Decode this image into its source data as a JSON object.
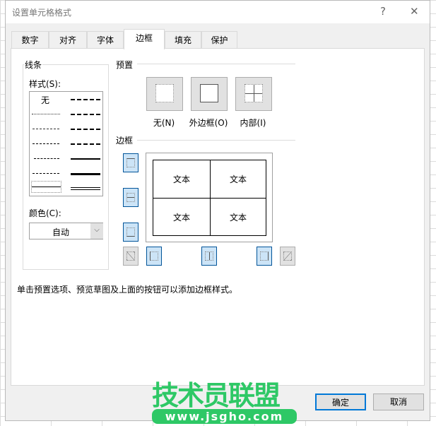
{
  "dialog": {
    "title": "设置单元格格式",
    "help": "?",
    "close": "✕"
  },
  "tabs": [
    {
      "label": "数字"
    },
    {
      "label": "对齐"
    },
    {
      "label": "字体"
    },
    {
      "label": "边框",
      "active": true
    },
    {
      "label": "填充"
    },
    {
      "label": "保护"
    }
  ],
  "line": {
    "group_label": "线条",
    "style_label": "样式(S):",
    "none": "无",
    "color_label": "颜色(C):",
    "color_value": "自动"
  },
  "presets": {
    "label": "预置",
    "items": [
      {
        "label": "无(N)"
      },
      {
        "label": "外边框(O)"
      },
      {
        "label": "内部(I)"
      }
    ]
  },
  "border": {
    "label": "边框",
    "cell_text": "文本"
  },
  "hint": "单击预置选项、预览草图及上面的按钮可以添加边框样式。",
  "buttons": {
    "ok": "确定",
    "cancel": "取消"
  },
  "watermark": {
    "name": "技术员联盟",
    "url": "www.jsgho.com"
  },
  "colors": {
    "accent": "#0078d7",
    "toggle_on": "#cce4f7",
    "watermark": "#2ec866"
  }
}
